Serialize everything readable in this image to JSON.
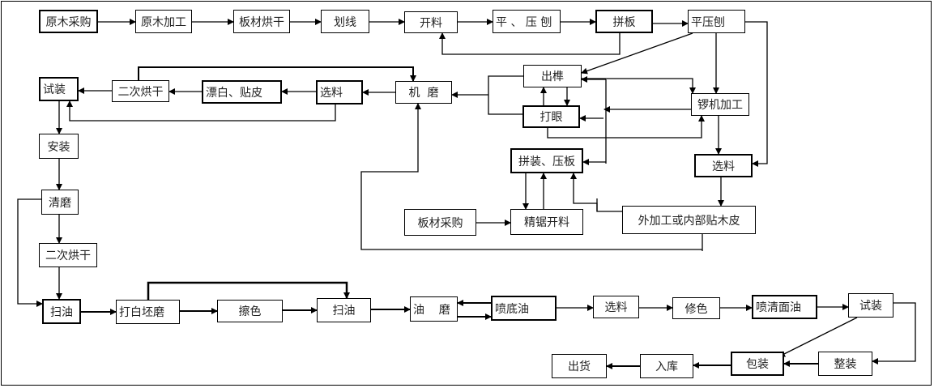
{
  "diagram": {
    "nodes": {
      "yuanmu_caigou": "原木采购",
      "yuanmu_jiagong": "原木加工",
      "bancai_honggan": "板材烘干",
      "huaxian": "划线",
      "kailiao": "开料",
      "ping_ya_bao": "平 、 压 刨",
      "pinban": "拼板",
      "pingyabao": "平压刨",
      "chusun": "出榫",
      "dayan": "打眼",
      "luoji_jiagong": "锣机加工",
      "pinzhuang_yaban": "拼装、压板",
      "xuanliao_right": "选料",
      "bancai_caigou": "板材采购",
      "jingju_kailiao": "精锯开料",
      "waijiagong": "外加工或内部贴木皮",
      "jimo": "机  磨",
      "xuanliao_mid": "选料",
      "piaobai_tiepi": "漂白、贴皮",
      "erci_honggan_1": "二次烘干",
      "shizhuang_left": "试装",
      "anzhuang": "安装",
      "qingmo": "清磨",
      "erci_honggan_2": "二次烘干",
      "saoyou_1": "扫油",
      "dabaipi_mo": "打白坯磨",
      "case": "擦色",
      "saoyou_2": "扫油",
      "youmo": "油    磨",
      "pen_diyou": "喷底油",
      "xuanliao_bottom": "选料",
      "xiuse": "修色",
      "pen_qingmianyou": "喷清面油",
      "shizhuang_right": "试装",
      "zhengzhuang": "整装",
      "baozhuang": "包装",
      "ruku": "入库",
      "chuhuo": "出货"
    }
  }
}
